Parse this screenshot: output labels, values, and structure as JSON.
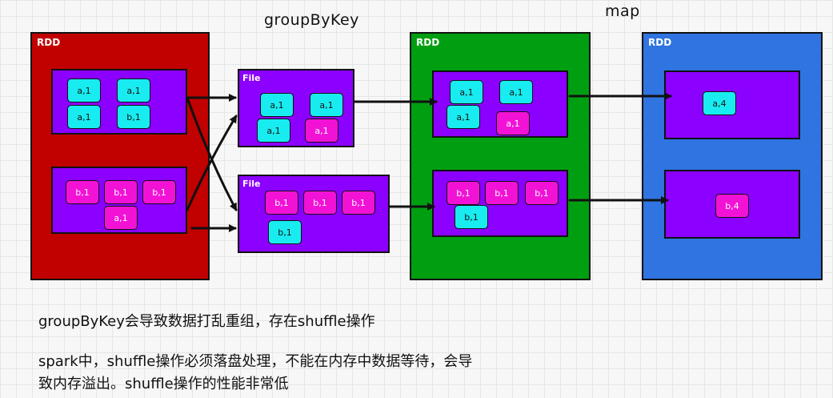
{
  "titles": {
    "group": "groupByKey",
    "map": "map"
  },
  "rdd_label": "RDD",
  "file_label": "File",
  "chips": {
    "a1": "a,1",
    "b1": "b,1",
    "a4": "a,4",
    "b4": "b,4"
  },
  "notes": {
    "line1": "groupByKey会导致数据打乱重组，存在shuffle操作",
    "line2": "spark中，shuffle操作必须落盘处理，不能在内存中数据等待，会导",
    "line3": "致内存溢出。shuffle操作的性能非常低"
  },
  "colors": {
    "rdd_red": "#c10000",
    "rdd_green": "#009f11",
    "rdd_blue": "#2f74e0",
    "partition": "#8b00ff",
    "chip_a": "#19ecf0",
    "chip_b": "#f212d6"
  }
}
